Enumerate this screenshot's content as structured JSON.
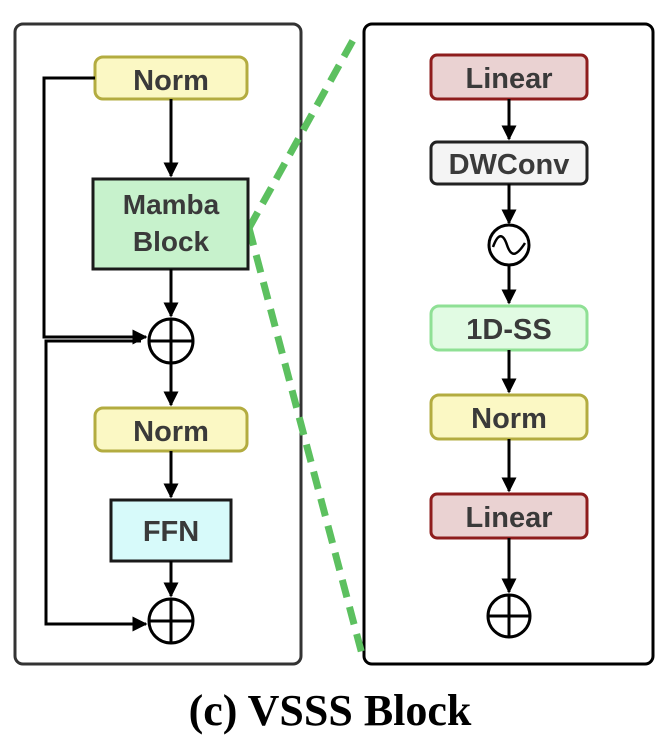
{
  "caption": "(c) VSSS Block",
  "left_panel": {
    "norm_top": "Norm",
    "mamba_line1": "Mamba",
    "mamba_line2": "Block",
    "norm_mid": "Norm",
    "ffn": "FFN"
  },
  "right_panel": {
    "linear_top": "Linear",
    "dwconv": "DWConv",
    "ss1d": "1D-SS",
    "norm": "Norm",
    "linear_bottom": "Linear"
  },
  "colors": {
    "norm_fill": "#fbf8c4",
    "norm_stroke": "#b3ac40",
    "mamba_fill": "#c7f2cc",
    "ffn_fill": "#d7fafa",
    "linear_fill": "#ead2d2",
    "linear_stroke": "#8e1d1d",
    "dwconv_fill": "#f4f4f4",
    "ss_fill": "#e1fbe3",
    "ss_stroke": "#8fe095",
    "zoom_line": "#5cc05f"
  }
}
